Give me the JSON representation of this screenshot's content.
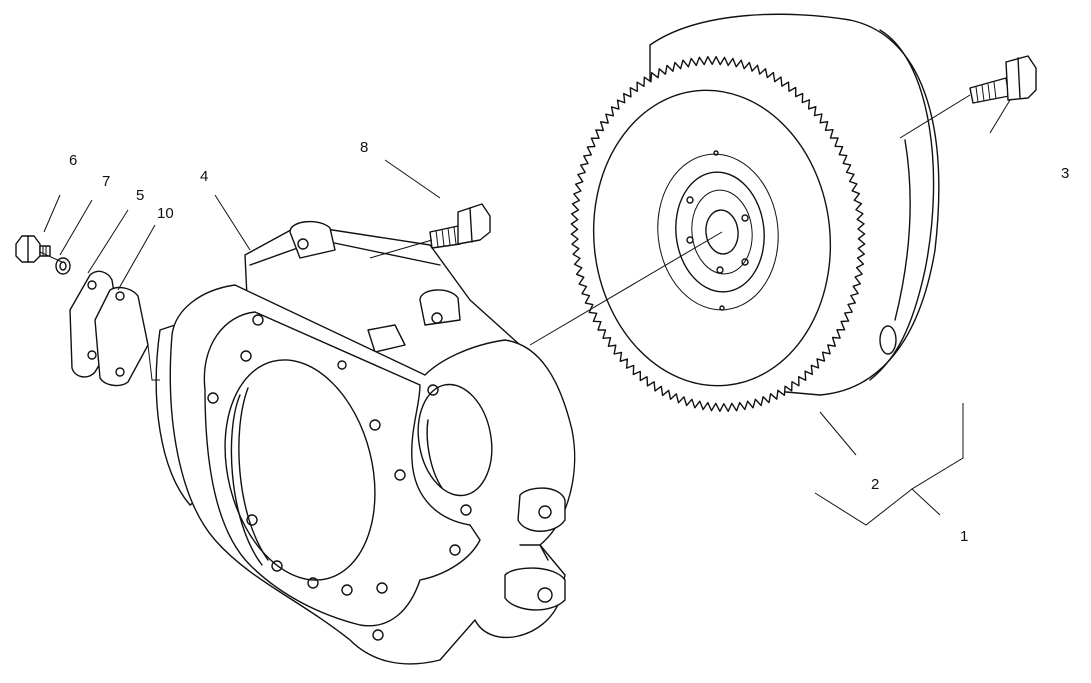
{
  "callouts": {
    "c1": "1",
    "c2": "2",
    "c3": "3",
    "c4": "4",
    "c5": "5",
    "c6": "6",
    "c7": "7",
    "c8": "8",
    "c10": "10"
  },
  "colors": {
    "ink": "#111111",
    "background": "#ffffff"
  }
}
